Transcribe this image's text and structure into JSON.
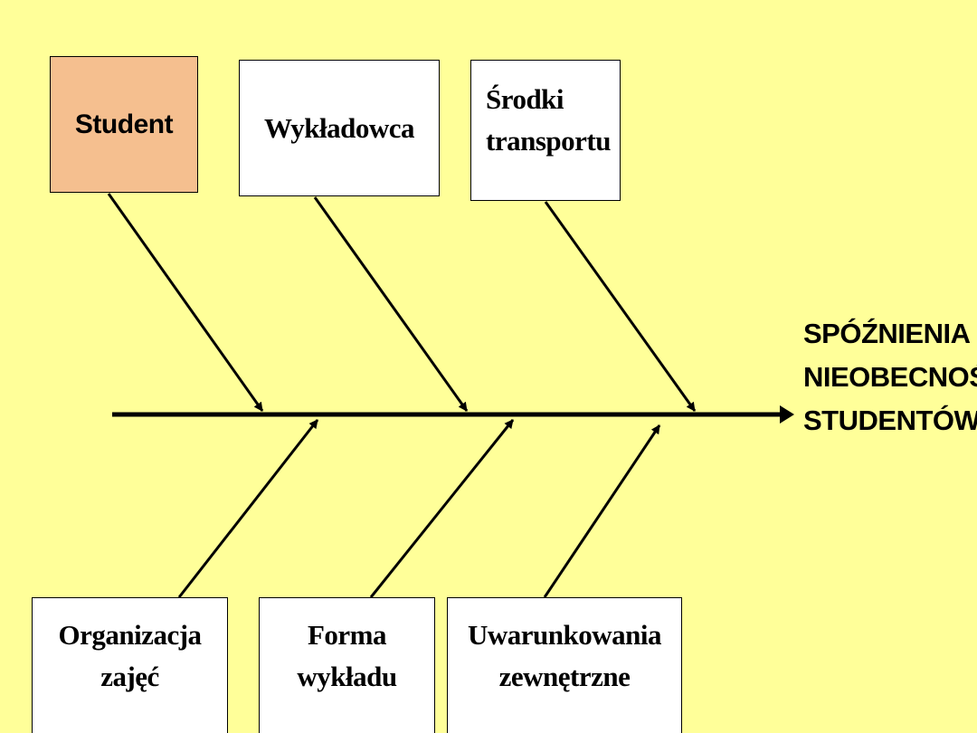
{
  "colors": {
    "background": "#ffff99",
    "student_fill": "#f5bf8f",
    "box_fill": "#ffffff",
    "line": "#000000"
  },
  "effect": {
    "lines": [
      "SPÓŹNIENIA I",
      "NIEOBECNOŚCI",
      "STUDENTÓW"
    ]
  },
  "causes_top": [
    {
      "id": "student",
      "lines": [
        "Student"
      ]
    },
    {
      "id": "wykladowca",
      "lines": [
        "Wykładowca"
      ]
    },
    {
      "id": "srodki",
      "lines": [
        "Środki",
        "transportu"
      ]
    }
  ],
  "causes_bottom": [
    {
      "id": "organizacja",
      "lines": [
        "Organizacja",
        "zajęć"
      ]
    },
    {
      "id": "forma",
      "lines": [
        "Forma",
        "wykładu"
      ]
    },
    {
      "id": "uwarunkowania",
      "lines": [
        "Uwarunkowania",
        "zewnętrzne"
      ]
    }
  ]
}
